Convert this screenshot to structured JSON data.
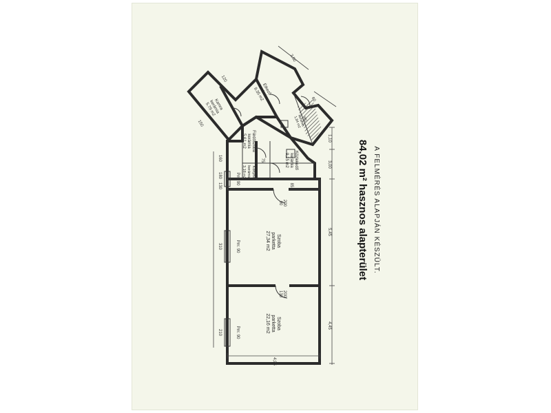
{
  "rooms": {
    "kamra": {
      "name": "Kamra",
      "floor": "kerámia",
      "area": "5,79 m2"
    },
    "etkezo": {
      "name": "Étkező",
      "floor": "kerámia",
      "area": "9,35 m2"
    },
    "furdoszoba": {
      "name": "Fürdőszoba",
      "floor": "kerámia",
      "area": "5,61 m2"
    },
    "konyha": {
      "name": "Konyha",
      "floor": "kerámia",
      "area": "3,18 m2"
    },
    "kozlekedo": {
      "name": "Közlekedő",
      "floor": "kerámia",
      "area": "9,15 m2"
    },
    "wc": {
      "name": "WC",
      "floor": "kerámia",
      "area": "1,84 m2"
    },
    "szoba1": {
      "name": "Szoba",
      "floor": "parketta",
      "area": "27,34 m2"
    },
    "szoba2": {
      "name": "Szoba",
      "floor": "parketta",
      "area": "22,16 m2"
    }
  },
  "dims": {
    "total_width": "4,95",
    "sec1": "4,45",
    "sec2": "5,45",
    "sec3": "3,00",
    "sec4": "1,10",
    "top": "3,50",
    "window_pm": "Pm: 90",
    "win_w1": "310",
    "win_w2": "210",
    "door_w": "90",
    "door_h": "200",
    "d_180": "180",
    "d_160": "160",
    "d_130": "130",
    "d_200": "200",
    "d_150": "150",
    "d_120": "120",
    "d_60": "60",
    "d_85": "85",
    "d_75": "75"
  },
  "summary": {
    "area_text": "84,02 m² hasznos alapterület",
    "note": "A FELMÉRÉS ALAPJÁN KÉSZÜLT."
  },
  "colors": {
    "paper": "#f4f6ea",
    "ink": "#2b2b2b"
  }
}
